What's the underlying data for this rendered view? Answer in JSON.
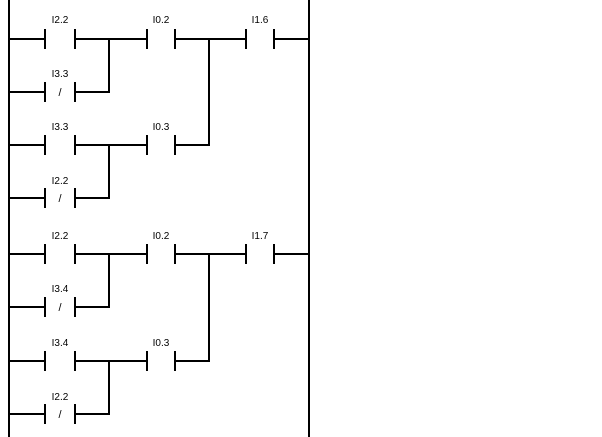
{
  "rungs": [
    {
      "contacts": [
        {
          "address": "I2.2",
          "negated": false
        },
        {
          "address": "I3.3",
          "negated": true
        },
        {
          "address": "I0.2",
          "negated": false
        },
        {
          "address": "I3.3",
          "negated": false
        },
        {
          "address": "I2.2",
          "negated": true
        },
        {
          "address": "I0.3",
          "negated": false
        },
        {
          "address": "I1.6",
          "negated": false
        }
      ]
    },
    {
      "contacts": [
        {
          "address": "I2.2",
          "negated": false
        },
        {
          "address": "I3.4",
          "negated": false
        },
        {
          "address": "I0.2",
          "negated": false
        },
        {
          "address": "I3.4",
          "negated": false
        },
        {
          "address": "I2.2",
          "negated": true
        },
        {
          "address": "I0.3",
          "negated": false
        },
        {
          "address": "I1.7",
          "negated": false
        }
      ]
    }
  ],
  "slash_symbol": "/"
}
